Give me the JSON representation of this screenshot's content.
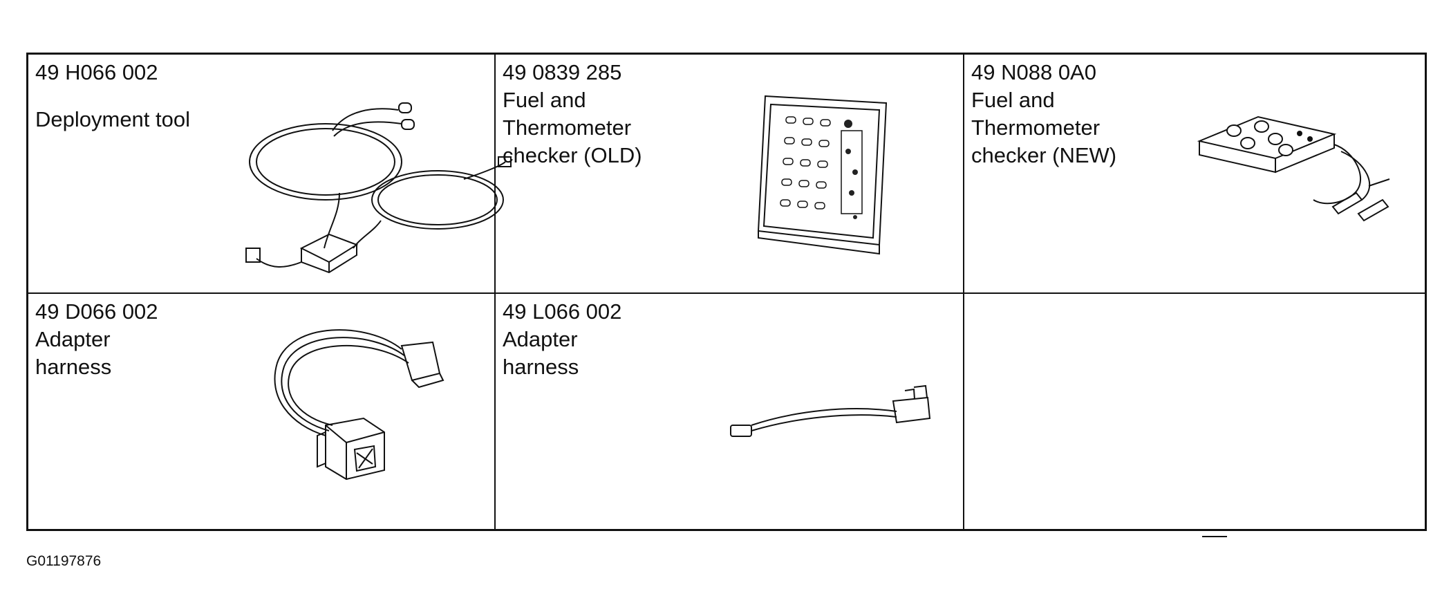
{
  "tools": [
    {
      "part_number": "49 H066 002",
      "name_lines": [
        "Deployment tool"
      ],
      "illustration": "deployment-tool-cable"
    },
    {
      "part_number": "49 0839 285",
      "name_lines": [
        "Fuel and",
        "Thermometer",
        "checker (OLD)"
      ],
      "illustration": "checker-box-old"
    },
    {
      "part_number": "49 N088 0A0",
      "name_lines": [
        "Fuel and",
        "Thermometer",
        "checker (NEW)"
      ],
      "illustration": "checker-box-new"
    },
    {
      "part_number": "49 D066 002",
      "name_lines": [
        "Adapter",
        "harness"
      ],
      "illustration": "adapter-harness-loop"
    },
    {
      "part_number": "49 L066 002",
      "name_lines": [
        "Adapter",
        "harness"
      ],
      "illustration": "adapter-harness-straight"
    },
    {
      "placeholder": "—"
    }
  ],
  "figure_id": "G01197876"
}
